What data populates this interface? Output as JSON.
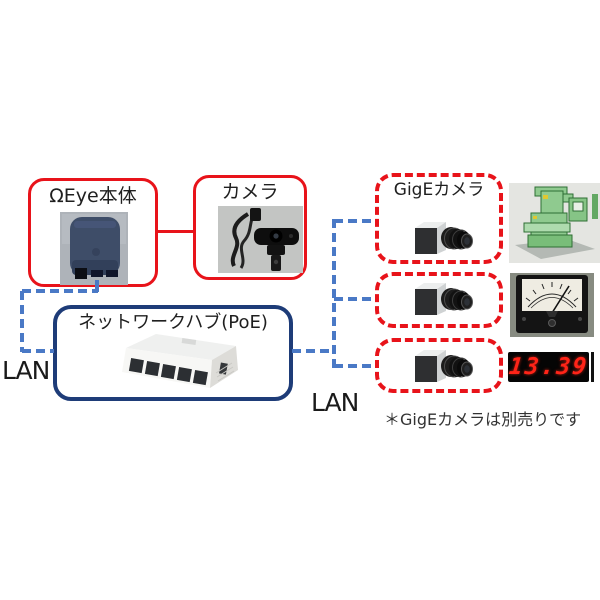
{
  "colors": {
    "box_red": "#e8131a",
    "hub_navy": "#1e3c78",
    "lan_dash_blue": "#4a79c6",
    "display_red": "#ff2418",
    "text": "#1f1f1f"
  },
  "boxes": {
    "omega_eye": {
      "label": "ΩEye本体"
    },
    "camera": {
      "label": "カメラ"
    },
    "hub": {
      "label": "ネットワークハブ(PoE)"
    },
    "gige_camera": {
      "label": "GigEカメラ"
    }
  },
  "labels": {
    "lan_left": "LAN",
    "lan_right": "LAN",
    "footnote": "＊GigEカメラは別売りです"
  },
  "display": {
    "value": "13.39"
  },
  "icons": {
    "omega_eye_device": "omega-eye-device-photo",
    "usb_webcam": "usb-webcam-photo",
    "poe_hub": "poe-hub-photo",
    "gige_camera": "gige-camera-photo",
    "cnc_machine": "cnc-machine-photo",
    "analog_meter": "analog-meter-photo",
    "seven_segment": "seven-segment-display-photo"
  }
}
